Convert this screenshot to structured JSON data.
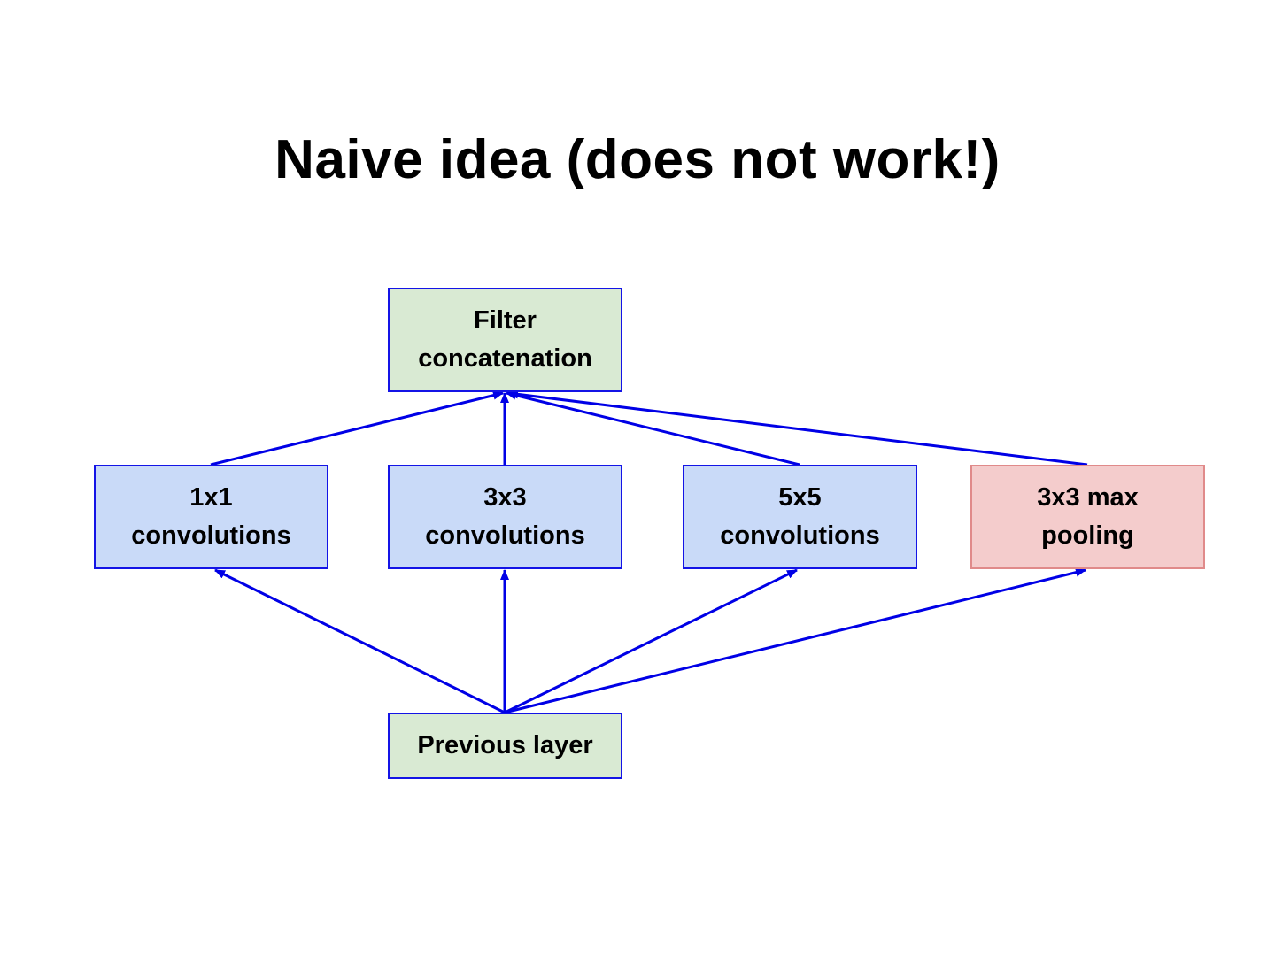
{
  "title": "Naive idea (does not work!)",
  "nodes": {
    "filter_concat": "Filter\nconcatenation",
    "conv1x1": "1x1\nconvolutions",
    "conv3x3": "3x3\nconvolutions",
    "conv5x5": "5x5\nconvolutions",
    "maxpool": "3x3 max\npooling",
    "previous": "Previous layer"
  },
  "colors": {
    "arrow": "#0000e6",
    "box_border": "#1414e6",
    "green_fill": "#d9ead3",
    "blue_fill": "#c9daf8",
    "red_fill": "#f4cccc",
    "red_border": "#e08a8a"
  }
}
